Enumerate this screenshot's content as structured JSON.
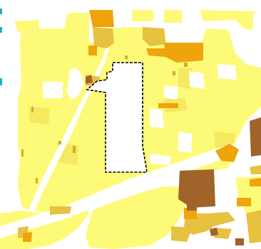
{
  "map": {
    "colors": {
      "background": "#ffffff",
      "light_yellow": "#fdfa78",
      "yellow": "#f4e960",
      "gold": "#e7c140",
      "orange": "#f0a40c",
      "light_orange": "#f6c043",
      "brown": "#a0632a",
      "cyan": "#1ab3bb",
      "boundary": "#000000"
    },
    "legend_marks": [
      "cyan-tick-1",
      "cyan-tick-2",
      "cyan-tick-3"
    ]
  }
}
